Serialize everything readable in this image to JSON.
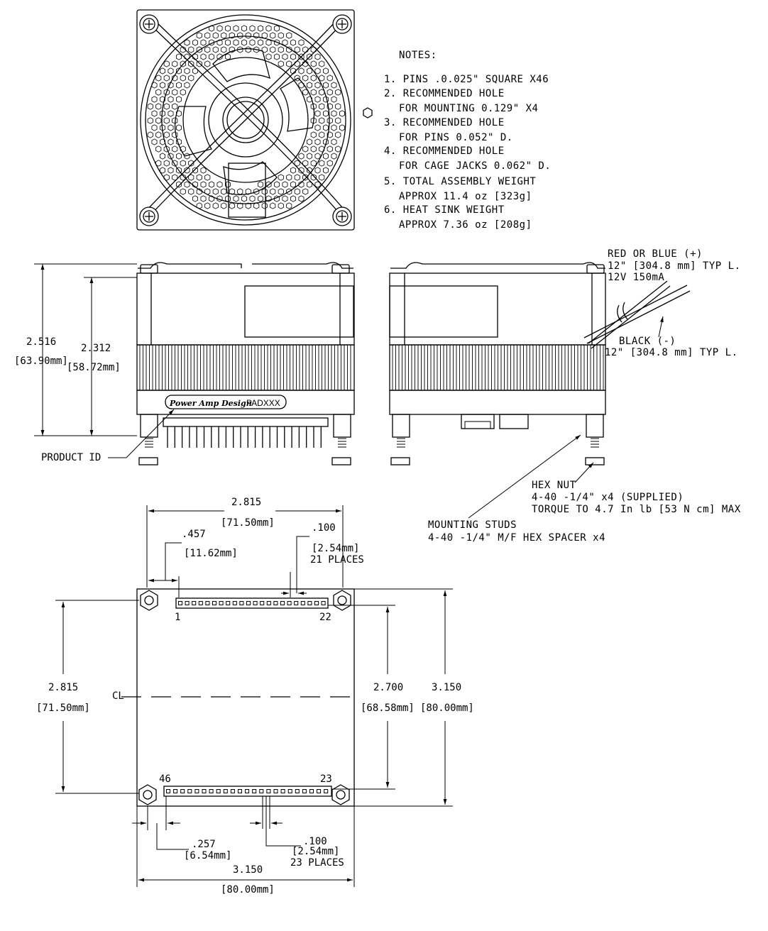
{
  "notes": {
    "title": "NOTES:",
    "lines": [
      "1. PINS .0.025\" SQUARE X46",
      "2. RECOMMENDED HOLE",
      "FOR MOUNTING 0.129\" X4",
      "3. RECOMMENDED HOLE",
      "FOR PINS 0.052\" D.",
      "4. RECOMMENDED HOLE",
      "FOR CAGE JACKS 0.062\" D.",
      "5. TOTAL ASSEMBLY WEIGHT",
      "APPROX  11.4 oz [323g]",
      "6. HEAT SINK WEIGHT",
      "APPROX  7.36 oz [208g]"
    ]
  },
  "front_view": {
    "height_total": "2.516",
    "height_total_mm": "[63.90mm]",
    "height_body": "2.312",
    "height_body_mm": "[58.72mm]",
    "label_text": "Power Amp Design",
    "model": "PADXXX",
    "product_id": "PRODUCT ID"
  },
  "side_view": {
    "wire_pos": "RED OR BLUE (+)",
    "wire_pos_len": "12\" [304.8 mm] TYP L.",
    "wire_rating": "12V 150mA",
    "wire_neg": "BLACK (-)",
    "wire_neg_len": "12\" [304.8 mm] TYP L.",
    "hex_nut": "HEX NUT",
    "hex_nut_spec": "4-40 -1/4\" x4 (SUPPLIED)",
    "torque": "TORQUE TO 4.7 In lb [53 N cm] MAX",
    "studs": "MOUNTING STUDS",
    "studs_spec": "4-40 -1/4\" M/F HEX SPACER x4"
  },
  "bottom_view": {
    "hole_span": "2.815",
    "hole_span_mm": "[71.50mm]",
    "offset_top": ".457",
    "offset_top_mm": "[11.62mm]",
    "pitch_top": ".100",
    "pitch_top_mm": "[2.54mm]",
    "pitch_top_places": "21 PLACES",
    "pin_1": "1",
    "pin_22": "22",
    "pin_46": "46",
    "pin_23": "23",
    "centerline": "CL",
    "left_span": "2.815",
    "left_span_mm": "[71.50mm]",
    "row_span": "2.700",
    "row_span_mm": "[68.58mm]",
    "height": "3.150",
    "height_mm": "[80.00mm]",
    "offset_bottom": ".257",
    "offset_bottom_mm": "[6.54mm]",
    "pitch_bottom": ".100",
    "pitch_bottom_mm": "[2.54mm]",
    "pitch_bottom_places": "23 PLACES",
    "width": "3.150",
    "width_mm": "[80.00mm]"
  }
}
